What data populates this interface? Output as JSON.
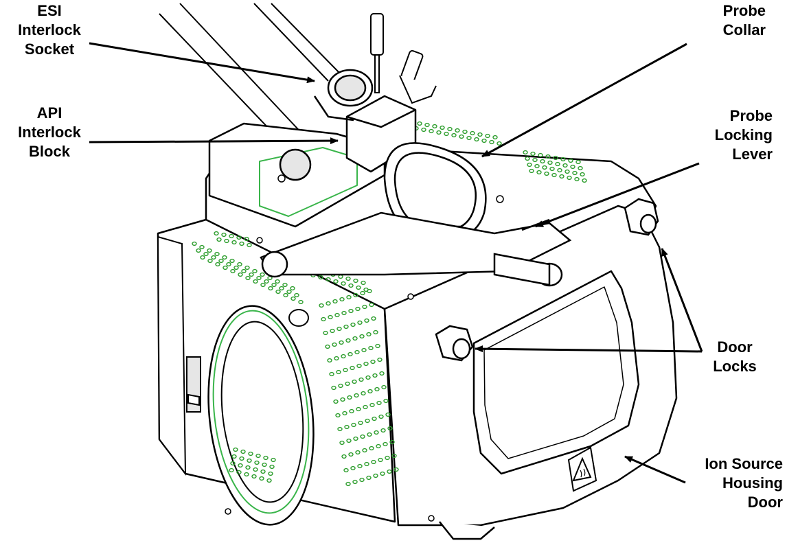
{
  "colors": {
    "outline": "#000000",
    "body_fill": "#ffffff",
    "shade": "#e6e6e6",
    "vent_hole": "#2e9e2e",
    "accent_green": "#39b54a"
  },
  "callouts": {
    "esi_interlock_socket": [
      "ESI",
      "Interlock",
      "Socket"
    ],
    "api_interlock_block": [
      "API",
      "Interlock",
      "Block"
    ],
    "probe_collar": [
      "Probe",
      "Collar"
    ],
    "probe_locking_lever": [
      "Probe",
      "Locking",
      "Lever"
    ],
    "door_locks": [
      "Door",
      "Locks"
    ],
    "ion_source_housing_door": [
      "Ion Source",
      "Housing",
      "Door"
    ]
  },
  "icons": {
    "warning_label": "hot-surface-warning-icon"
  }
}
